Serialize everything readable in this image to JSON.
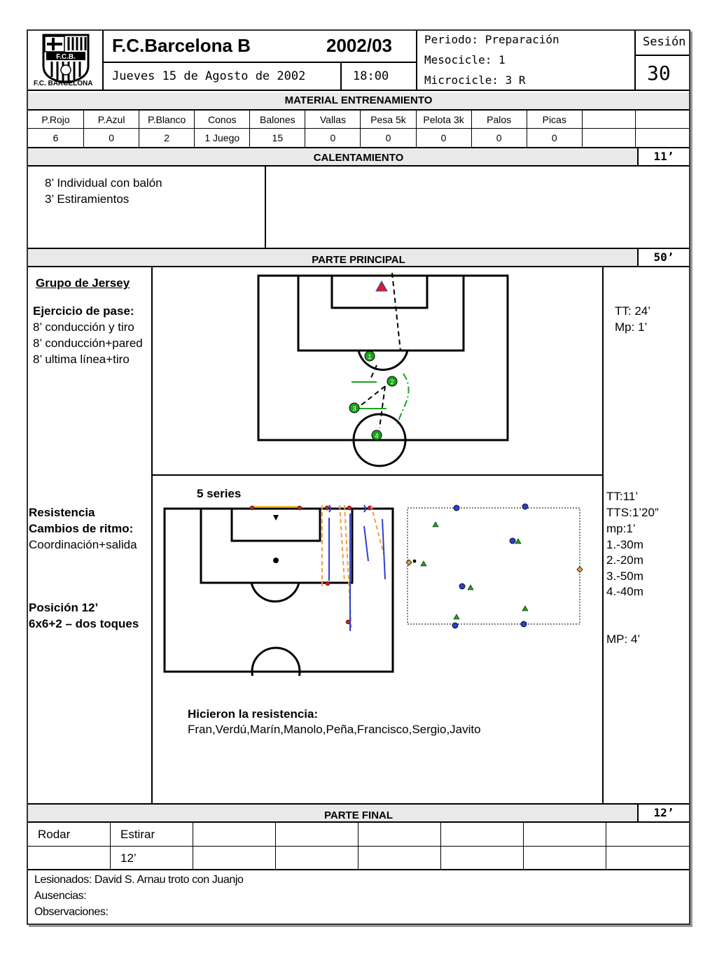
{
  "header": {
    "club_logo_caption": "F.C. BARCELONA",
    "logo_letters": "F.C.B.",
    "team": "F.C.Barcelona B",
    "season": "2002/03",
    "date": "Jueves 15 de Agosto de 2002",
    "time": "18:00",
    "periodo": "Periodo: Preparación",
    "mesociclo": "Mesocicle: 1",
    "microciclo": "Microcicle: 3  R",
    "session_label": "Sesión",
    "session_number": "30"
  },
  "material": {
    "title": "MATERIAL ENTRENAMIENTO",
    "columns": [
      "P.Rojo",
      "P.Azul",
      "P.Blanco",
      "Conos",
      "Balones",
      "Vallas",
      "Pesa 5k",
      "Pelota 3k",
      "Palos",
      "Picas",
      "",
      ""
    ],
    "values": [
      "6",
      "0",
      "2",
      "1 Juego",
      "15",
      "0",
      "0",
      "0",
      "0",
      "0",
      "",
      ""
    ]
  },
  "calentamiento": {
    "title": "CALENTAMIENTO",
    "minutes": "11’",
    "lines": [
      "8’ Individual con balón",
      "3’ Estiramientos"
    ]
  },
  "principal": {
    "title": "PARTE  PRINCIPAL",
    "minutes": "50’",
    "group_title": "Grupo de Jersey",
    "ejercicio_title": "Ejercicio de pase:",
    "ejercicio_lines": [
      "8’ conducción y tiro",
      "8’ conducción+pared",
      "8’ ultima línea+tiro"
    ],
    "diagram_numbers": [
      "1",
      "2",
      "3",
      "4"
    ],
    "right_top": [
      "TT: 24’",
      "Mp: 1’"
    ],
    "resistencia_lines": [
      "Resistencia",
      "Cambios de ritmo:",
      "Coordinación+salida"
    ],
    "posicion_lines": [
      "Posición  12’",
      "6x6+2 – dos toques"
    ],
    "series": "5 series",
    "right_bottom": [
      "TT:11’",
      "TTS:1’20”",
      "mp:1’",
      "1.-30m",
      "2.-20m",
      "3.-50m",
      "4.-40m"
    ],
    "mp_final": "MP: 4’",
    "hicieron_title": "Hicieron la resistencia:",
    "hicieron_names": "Fran,Verdú,Marín,Manolo,Peña,Francisco,Sergio,Javito"
  },
  "final": {
    "title": "PARTE  FINAL",
    "minutes": "12’",
    "row1": [
      "Rodar",
      "Estirar",
      "",
      "",
      "",
      "",
      "",
      ""
    ],
    "row2": [
      "",
      "12’",
      "",
      "",
      "",
      "",
      "",
      ""
    ]
  },
  "footer": {
    "lesionados": "Lesionados: David S. Arnau troto con Juanjo",
    "ausencias": "Ausencias:",
    "observaciones": "Observaciones:"
  },
  "colors": {
    "bar_bg": "#e9e9e9",
    "green": "#1aa51a",
    "red_marker": "#d62020",
    "blue_arrow": "#2b3fd0",
    "orange_dash": "#f0a040"
  }
}
